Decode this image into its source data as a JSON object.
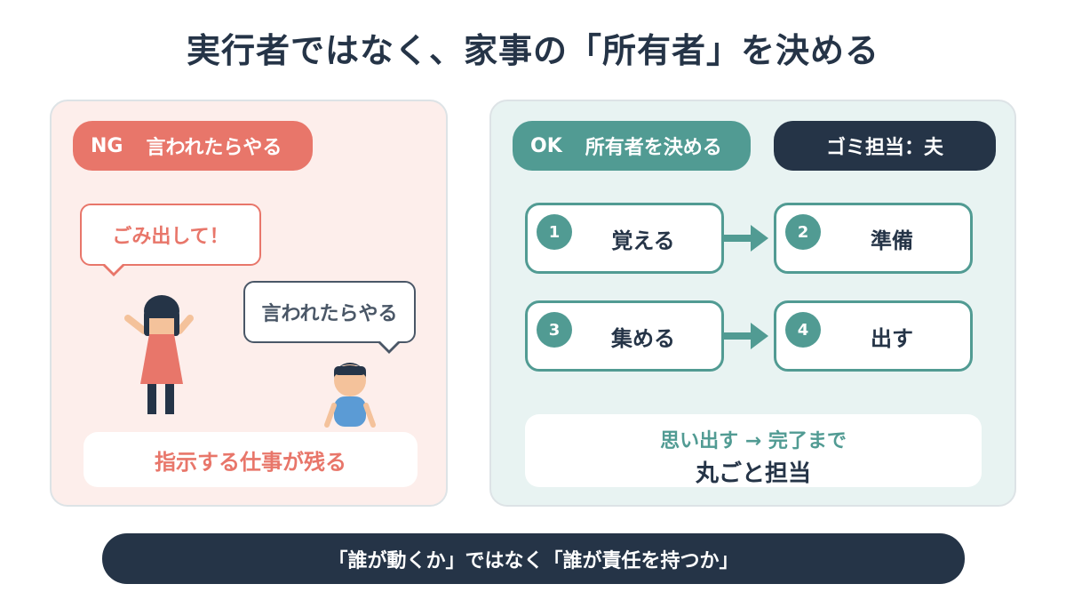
{
  "title": "実行者ではなく、家事の「所有者」を決める",
  "ng": {
    "badge_code": "NG",
    "badge_text": "言われたらやる",
    "bubble_request": "ごみ出して！",
    "bubble_reply": "言われたらやる",
    "result": "指示する仕事が残る"
  },
  "ok": {
    "badge_code": "OK",
    "badge_text": "所有者を決める",
    "owner": "ゴミ担当：夫",
    "steps": [
      {
        "num": "1",
        "label": "覚える"
      },
      {
        "num": "2",
        "label": "準備"
      },
      {
        "num": "3",
        "label": "集める"
      },
      {
        "num": "4",
        "label": "出す"
      }
    ],
    "summary_line1": "思い出す → 完了まで",
    "summary_line2": "丸ごと担当"
  },
  "footer": "「誰が動くか」ではなく「誰が責任を持つか」",
  "colors": {
    "navy": "#253447",
    "coral": "#e8766a",
    "teal": "#519b93",
    "ng_background": "#fdeeeb",
    "ok_background": "#e8f3f2"
  }
}
